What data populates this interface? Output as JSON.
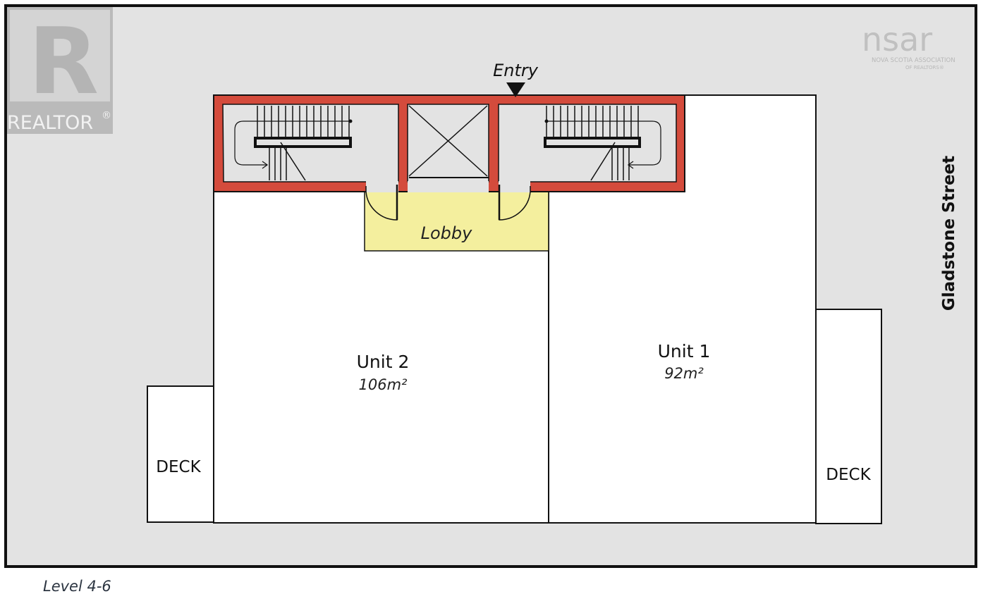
{
  "watermark": {
    "realtor_text": "REALTOR",
    "realtor_mark": "®",
    "association_logo": "nsar",
    "association_line1": "NOVA SCOTIA ASSOCIATION",
    "association_line2": "OF REALTORS®"
  },
  "plan": {
    "entry_label": "Entry",
    "lobby_label": "Lobby",
    "street_label": "Gladstone Street",
    "units": [
      {
        "name": "Unit 2",
        "area": "106m²"
      },
      {
        "name": "Unit 1",
        "area": "92m²"
      }
    ],
    "decks": [
      "DECK",
      "DECK"
    ]
  },
  "footer": {
    "level_label": "Level 4-6"
  },
  "colors": {
    "background": "#e3e3e3",
    "core_walls": "#d44b3c",
    "lobby_fill": "#f4ef9e",
    "unit_fill": "#ffffff",
    "outline": "#111111"
  }
}
